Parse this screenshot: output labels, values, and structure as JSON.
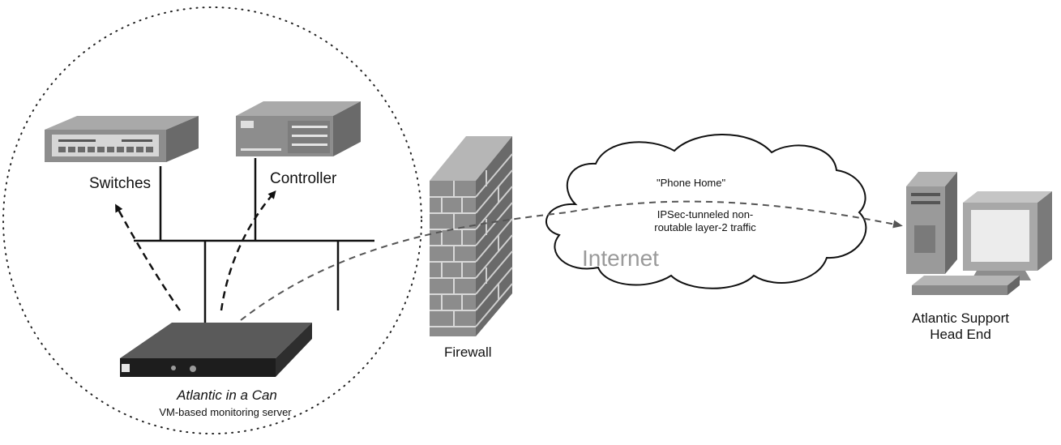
{
  "labels": {
    "switches": "Switches",
    "controller": "Controller",
    "firewall": "Firewall",
    "phone_home": "\"Phone Home\"",
    "ipsec": "IPSec-tunneled non-routable layer-2 traffic",
    "internet": "Internet",
    "support_head_end": "Atlantic Support Head End",
    "atlantic_in_a_can": "Atlantic in a Can",
    "vm_server": "VM-based monitoring server"
  },
  "icons": {
    "switch": "network-switch-icon",
    "controller": "controller-appliance-icon",
    "server": "rack-server-icon",
    "firewall": "brick-firewall-icon",
    "cloud": "cloud-icon",
    "workstation": "desktop-computer-icon"
  },
  "colors": {
    "device_gray": "#6f6f6f",
    "firewall_gray": "#8a8a8a",
    "internet_text": "#9a9a9a",
    "line": "#111111"
  }
}
